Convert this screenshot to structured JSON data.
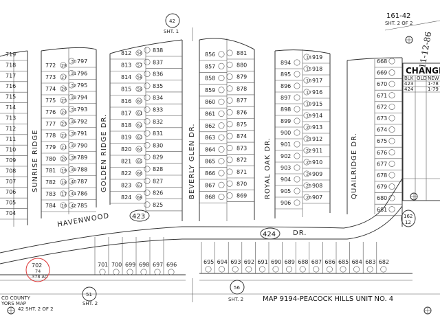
{
  "header": {
    "ref_top": "161-42",
    "sheet_top": "SHT. 2 OF 2",
    "book_page_circle": "42",
    "sht_label": "SHT. 1",
    "date_handwritten": "11-12-86",
    "changes_title": "CHANGE",
    "changes_cols": [
      "BLK",
      "OLD",
      "NEW"
    ],
    "changes_rows": [
      [
        "423",
        "",
        "1-78"
      ],
      [
        "424",
        "",
        "1-79"
      ]
    ]
  },
  "streets": {
    "sunrise_ridge": "SUNRISE RIDGE",
    "golden_ridge": "GOLDEN RIDGE DR.",
    "beverly_glen": "BEVERLY GLEN DR.",
    "royal_oak": "ROYAL OAK DR.",
    "quailridge": "QUAILRIDGE DR.",
    "havenwood": "HAVENWOOD",
    "dr_bottom": "DR."
  },
  "blocks": {
    "b423": "423",
    "b424": "424",
    "b162": "162",
    "b12": "12"
  },
  "footer": {
    "map_title": "MAP 9194-PEACOCK HILLS UNIT NO. 4",
    "sht2_left": "SHT. 2",
    "sht2_mid": "SHT. 2",
    "circle_51": "51",
    "circle_56": "56",
    "county_note_1": "CO COUNTY",
    "county_note_2": "YORS MAP",
    "sheet_ref": "42 SHT. 2 OF 2",
    "lot702": "702",
    "lot702_sub": "74",
    "acreage": ".378 AC"
  },
  "lots": {
    "col1": [
      "719",
      "718",
      "717",
      "716",
      "715",
      "714",
      "713",
      "712",
      "711",
      "710",
      "709",
      "708",
      "707",
      "706",
      "705",
      "704"
    ],
    "col2": [
      "772",
      "773",
      "774",
      "775",
      "776",
      "777",
      "778",
      "779",
      "780",
      "781",
      "782",
      "783",
      "784"
    ],
    "col3": [
      "797",
      "796",
      "795",
      "794",
      "793",
      "792",
      "791",
      "790",
      "789",
      "788",
      "787",
      "786",
      "785"
    ],
    "col4": [
      "812",
      "813",
      "814",
      "815",
      "816",
      "817",
      "818",
      "819",
      "820",
      "821",
      "822",
      "823",
      "824"
    ],
    "col5": [
      "838",
      "837",
      "836",
      "835",
      "834",
      "833",
      "832",
      "831",
      "830",
      "829",
      "828",
      "827",
      "826",
      "825"
    ],
    "col6": [
      "856",
      "857",
      "858",
      "859",
      "860",
      "861",
      "862",
      "863",
      "864",
      "865",
      "866",
      "867",
      "868"
    ],
    "col7": [
      "881",
      "880",
      "879",
      "878",
      "877",
      "876",
      "875",
      "874",
      "873",
      "872",
      "871",
      "870",
      "869"
    ],
    "col8": [
      "894",
      "895",
      "896",
      "897",
      "898",
      "899",
      "900",
      "901",
      "902",
      "903",
      "904",
      "905",
      "906"
    ],
    "col9": [
      "919",
      "918",
      "917",
      "916",
      "915",
      "914",
      "913",
      "912",
      "911",
      "910",
      "909",
      "908",
      "907"
    ],
    "col10": [
      "668",
      "669",
      "670",
      "671",
      "672",
      "673",
      "674",
      "675",
      "676",
      "677",
      "678",
      "679",
      "680",
      "681"
    ],
    "bottom_left": [
      "701",
      "700",
      "699",
      "698",
      "697",
      "696"
    ],
    "bottom_right": [
      "695",
      "694",
      "693",
      "692",
      "691",
      "690",
      "689",
      "688",
      "687",
      "686",
      "685",
      "684",
      "683",
      "682"
    ]
  },
  "sub_numbers": {
    "col2": [
      "28",
      "27",
      "26",
      "25",
      "24",
      "23",
      "22",
      "21",
      "20",
      "19",
      "18",
      "17",
      "16"
    ],
    "col3": [
      "30",
      "31",
      "32",
      "33",
      "34",
      "35",
      "36",
      "37",
      "38",
      "39",
      "40",
      "41",
      "42"
    ],
    "col4": [
      "56",
      "57",
      "58",
      "59",
      "60",
      "61",
      "62",
      "63",
      "64",
      "65",
      "66",
      "67",
      "68"
    ],
    "col9": [
      "14",
      "15",
      "16",
      "17",
      "18",
      "19",
      "20",
      "21",
      "22",
      "23",
      "24",
      "25",
      "26"
    ]
  }
}
